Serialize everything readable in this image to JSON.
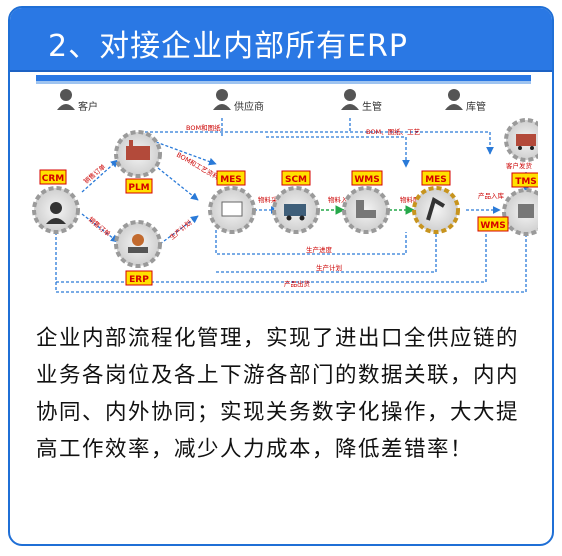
{
  "header": {
    "title": "2、对接企业内部所有ERP"
  },
  "diagram": {
    "roles": [
      "客户",
      "供应商",
      "生管",
      "库管"
    ],
    "systems": {
      "crm": "CRM",
      "plm": "PLM",
      "erp": "ERP",
      "mes1": "MES",
      "scm": "SCM",
      "wms1": "WMS",
      "mes2": "MES",
      "tms": "TMS",
      "wms2": "WMS"
    },
    "flows": {
      "bom_plan": "BOM和图纸",
      "bom_process": "BOM和工艺资料",
      "bom_drawing_process": "BOM、图纸、工艺",
      "sales_order_top": "销售订单",
      "sales_order_bottom": "销售订单",
      "production_plan_mes": "生产计划",
      "material_purchase": "物料采购",
      "material_in": "物料入库",
      "material_dispatch": "物料配送",
      "product_in": "产品入库",
      "customer_ship": "客户发货",
      "production_schedule": "生产进度",
      "production_plan": "生产计划",
      "product_out": "产品出货"
    }
  },
  "body": {
    "text": "企业内部流程化管理，实现了进出口全供应链的业务各岗位及各上下游各部门的数据关联，内内协同、内外协同；实现关务数字化操作，大大提高工作效率，减少人力成本，降低差错率！"
  },
  "colors": {
    "header_bg": "#2a78e4",
    "border": "#1f6fd6",
    "label_bg": "#ffe100",
    "label_text": "#d40000",
    "arrow_blue": "#2a7ad8",
    "arrow_green": "#25a84a",
    "gear": "#9a9a9a",
    "flow_text": "#cc0000"
  }
}
